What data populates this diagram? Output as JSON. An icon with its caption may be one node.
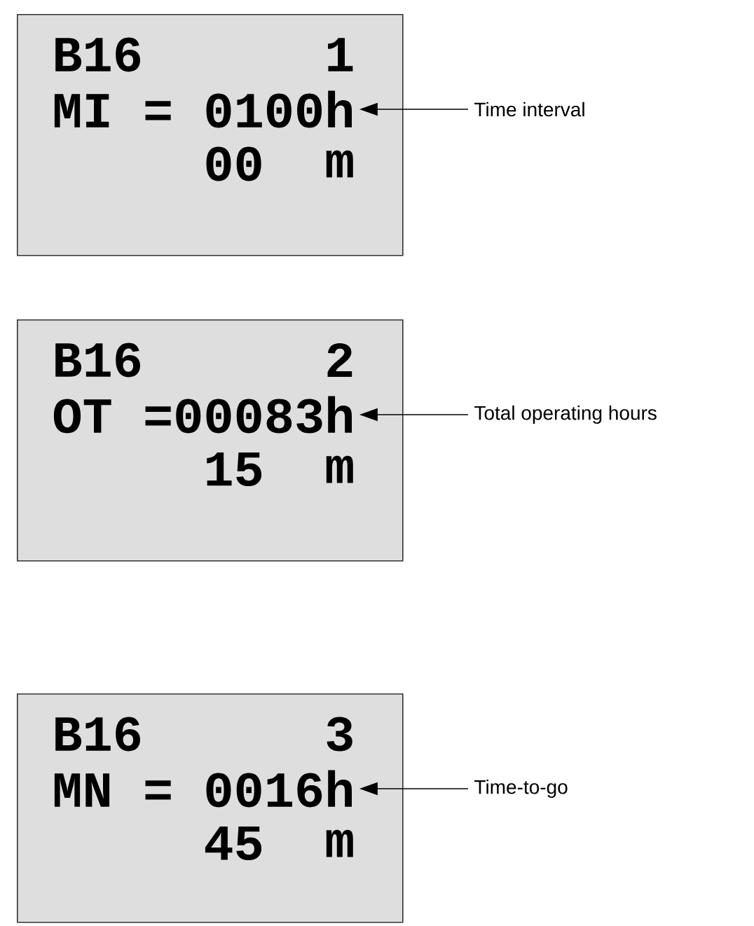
{
  "diagram": {
    "nodes": [
      {
        "text": [
          "B16",
          "1",
          "MI = 0100h",
          "00",
          "m"
        ]
      },
      {
        "text": [
          "Time interval"
        ]
      },
      {
        "text": [
          "B16",
          "2",
          "OT =00083h",
          "15",
          "m"
        ]
      },
      {
        "text": [
          "Total operating hours"
        ]
      },
      {
        "text": [
          "B16",
          "3",
          "MN = 0016h",
          "45",
          "m"
        ]
      },
      {
        "text": [
          "Time-to-go"
        ]
      }
    ],
    "edges": [
      {
        "from": 1,
        "to": 0,
        "arrow": "to"
      },
      {
        "from": 3,
        "to": 2,
        "arrow": "to"
      },
      {
        "from": 5,
        "to": 4,
        "arrow": "to"
      }
    ]
  }
}
